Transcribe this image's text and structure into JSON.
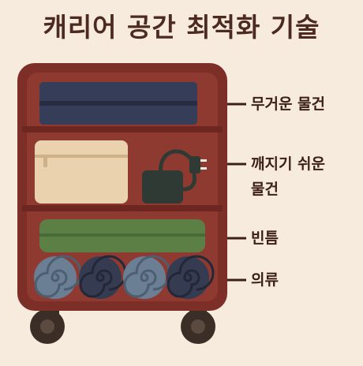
{
  "title": "캐리어 공간 최적화 기술",
  "labels": {
    "heavy_items": "무거운 물건",
    "fragile_line1": "깨지기 쉬운",
    "fragile_line2": "물건",
    "gaps": "빈틈",
    "clothes": "의류"
  },
  "colors": {
    "background": "#f7ebdd",
    "suitcase_shell": "#7d2e27",
    "suitcase_inner": "#8e3a31",
    "heavy_item": "#353d58",
    "fragile_box": "#ead2ae",
    "charger": "#2f3a35",
    "gap_filler": "#5b7f45",
    "clothes_blue": "#6b7f94",
    "clothes_navy": "#353b50",
    "title_text": "#4c2a22"
  },
  "icons": [
    "suitcase-illustration",
    "pouch-icon",
    "charger-icon",
    "rolled-clothes-icon",
    "wheel-icon"
  ]
}
